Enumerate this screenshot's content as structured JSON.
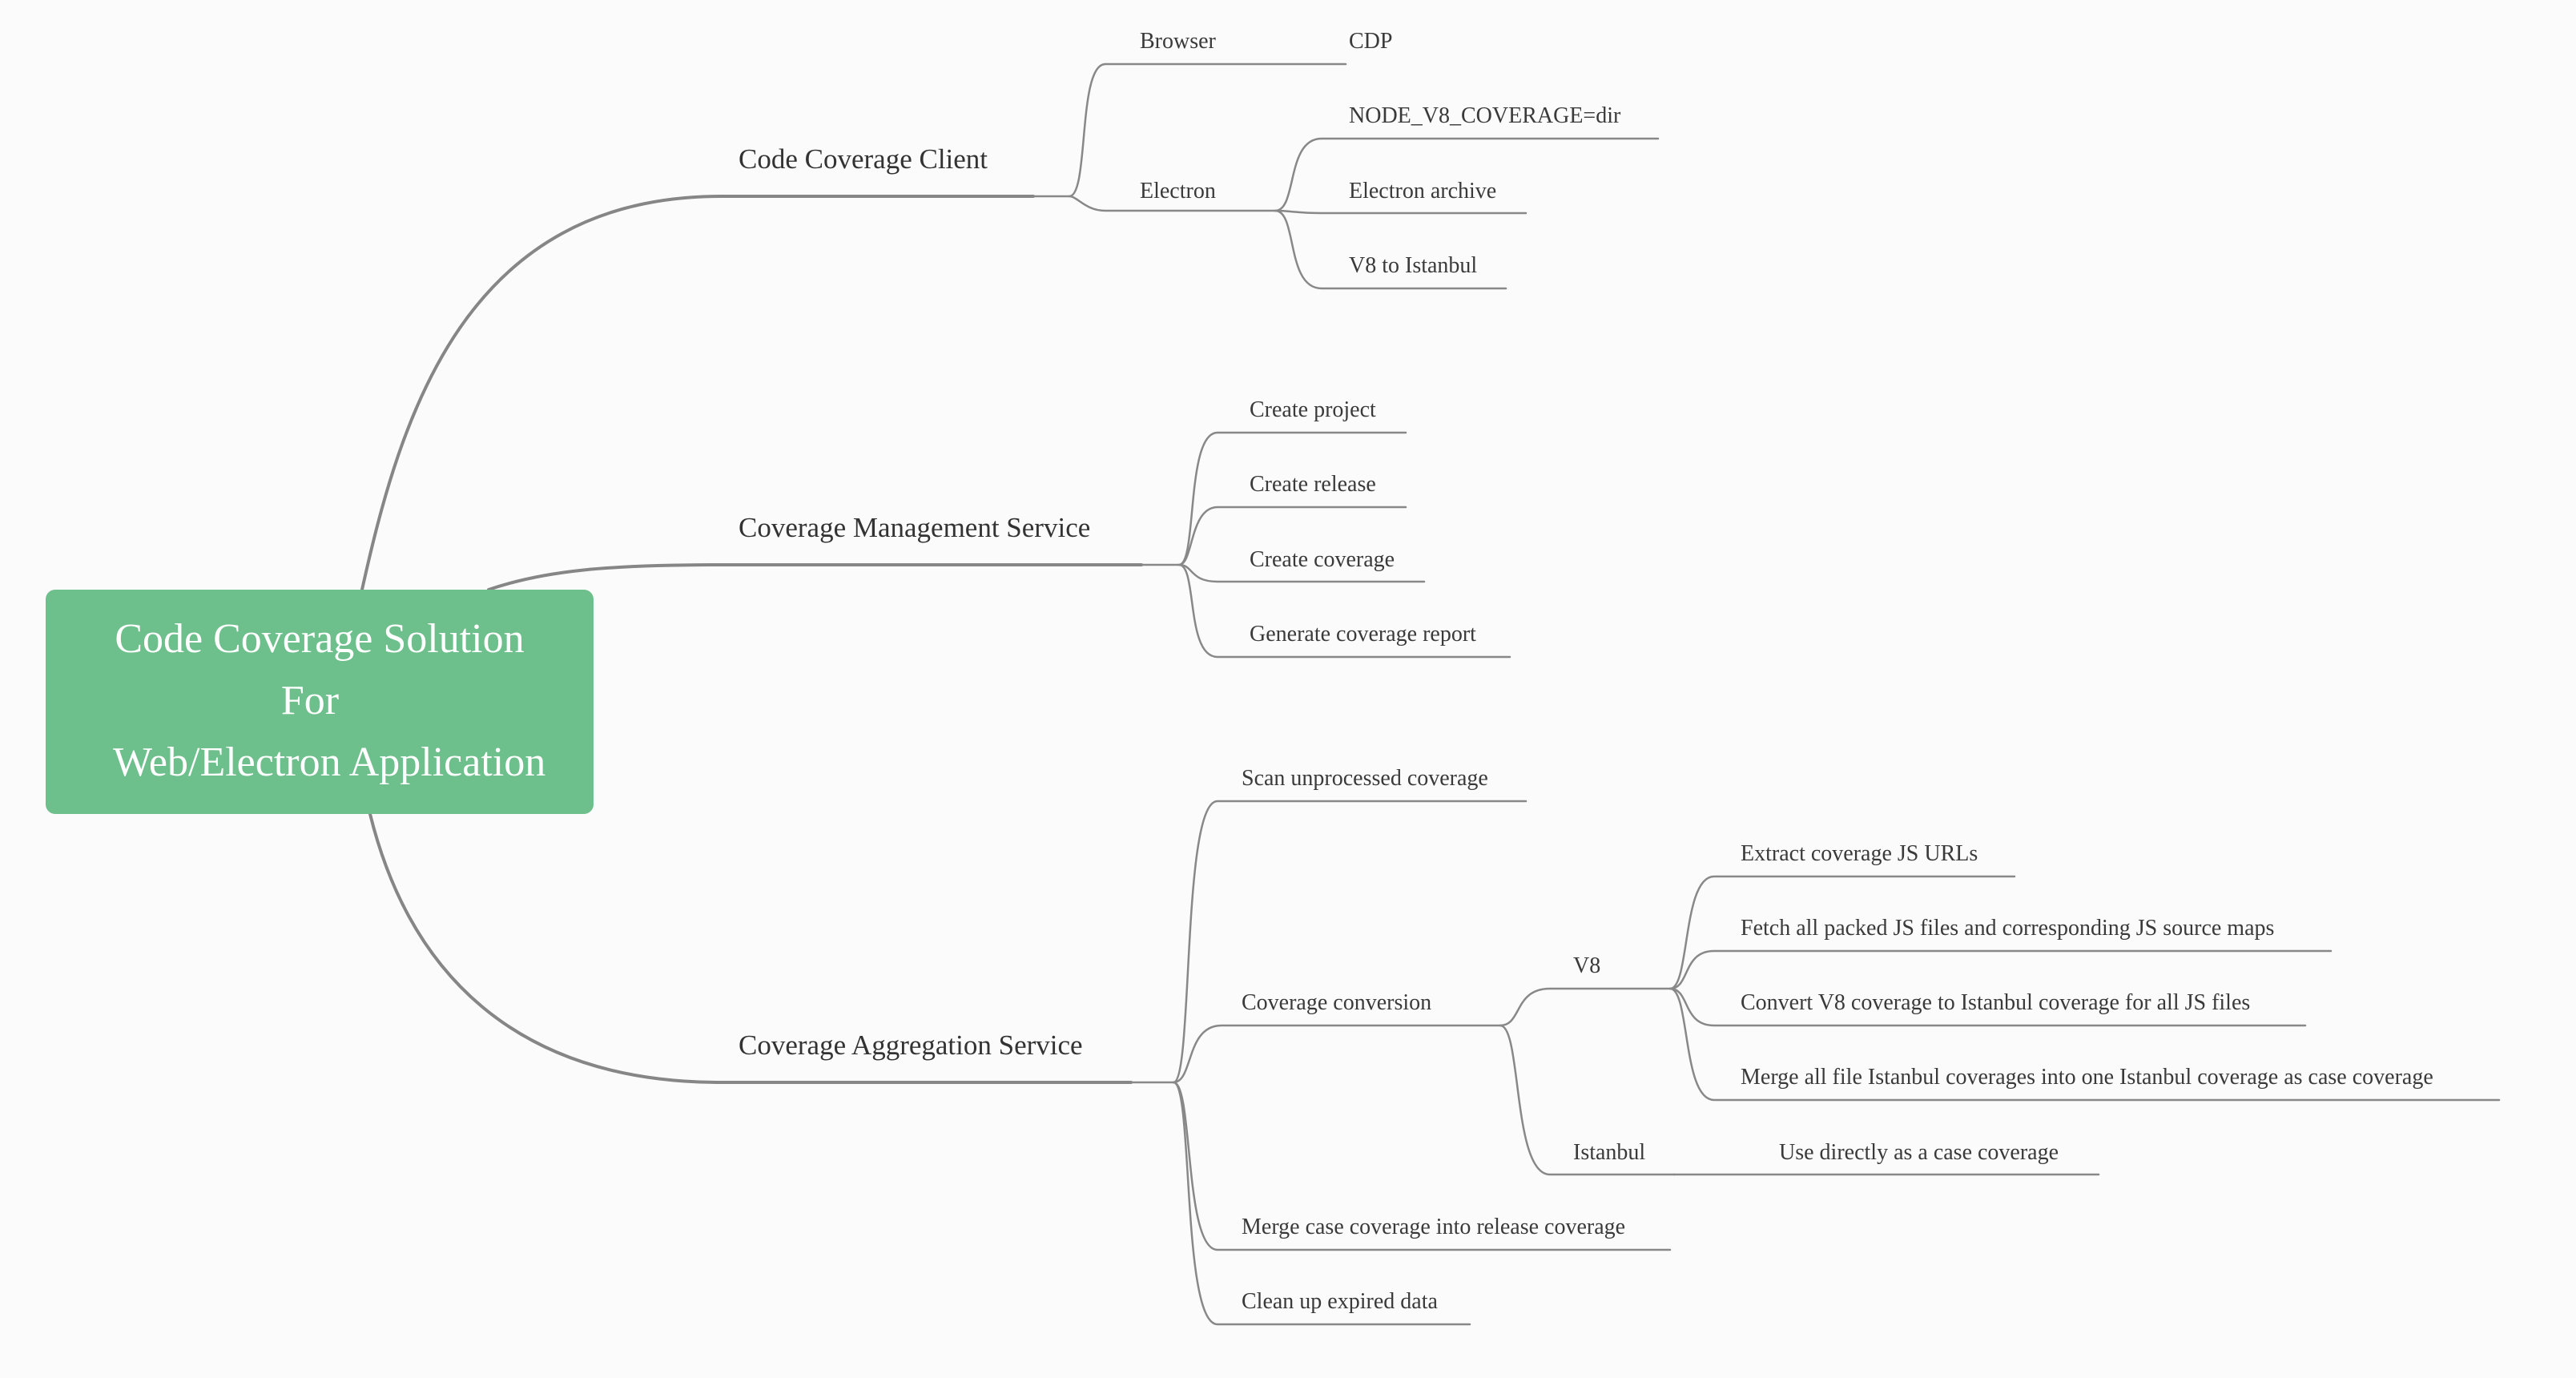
{
  "root": {
    "lines": [
      "Code Coverage Solution",
      "For",
      "Web/Electron Application"
    ],
    "color": "#6dbf8b"
  },
  "branches": {
    "client": {
      "label": "Code Coverage Client",
      "browser": {
        "label": "Browser",
        "cdp": "CDP"
      },
      "electron": {
        "label": "Electron",
        "items": [
          "NODE_V8_COVERAGE=dir",
          "Electron archive",
          "V8 to Istanbul"
        ]
      }
    },
    "management": {
      "label": "Coverage Management Service",
      "items": [
        "Create project",
        "Create release",
        "Create coverage",
        "Generate coverage report"
      ]
    },
    "aggregation": {
      "label": "Coverage Aggregation Service",
      "scan": "Scan unprocessed coverage",
      "conversion": {
        "label": "Coverage conversion",
        "v8": {
          "label": "V8",
          "items": [
            "Extract coverage JS URLs",
            "Fetch all packed JS files and corresponding JS source maps",
            "Convert V8 coverage to Istanbul coverage for all JS files",
            "Merge all file Istanbul coverages into one Istanbul coverage as case coverage"
          ]
        },
        "istanbul": {
          "label": "Istanbul",
          "item": "Use directly as a case coverage"
        }
      },
      "merge": "Merge case coverage into release coverage",
      "cleanup": "Clean up expired data"
    }
  },
  "colors": {
    "main_line": "#868686",
    "sub_line": "#888888",
    "text": "#333333",
    "background": "#fbfbfb"
  }
}
